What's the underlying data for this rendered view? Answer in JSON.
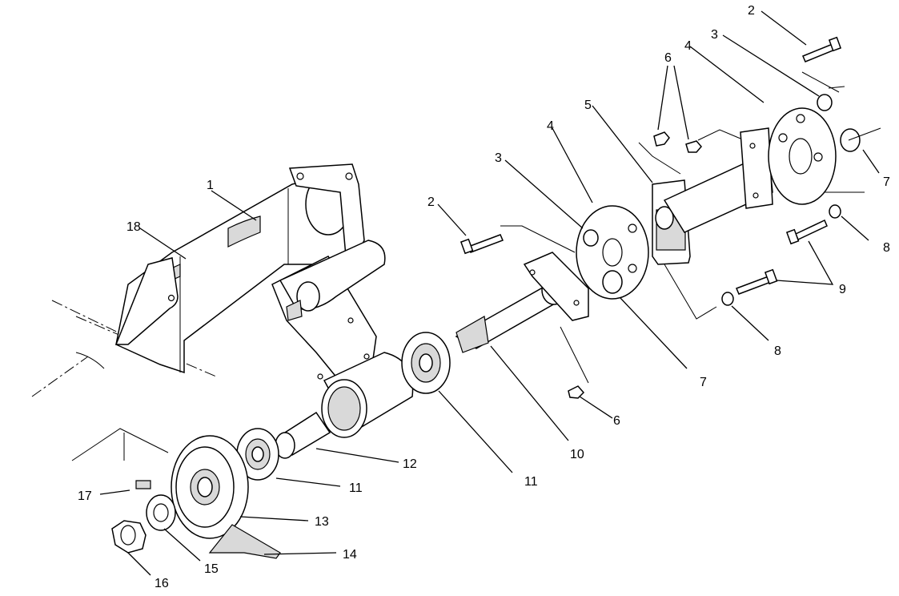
{
  "callouts": [
    {
      "id": "c1",
      "text": "1"
    },
    {
      "id": "c2a",
      "text": "2"
    },
    {
      "id": "c2b",
      "text": "2"
    },
    {
      "id": "c3a",
      "text": "3"
    },
    {
      "id": "c3b",
      "text": "3"
    },
    {
      "id": "c4a",
      "text": "4"
    },
    {
      "id": "c4b",
      "text": "4"
    },
    {
      "id": "c5",
      "text": "5"
    },
    {
      "id": "c6a",
      "text": "6"
    },
    {
      "id": "c6b",
      "text": "6"
    },
    {
      "id": "c7a",
      "text": "7"
    },
    {
      "id": "c7b",
      "text": "7"
    },
    {
      "id": "c8a",
      "text": "8"
    },
    {
      "id": "c8b",
      "text": "8"
    },
    {
      "id": "c9",
      "text": "9"
    },
    {
      "id": "c10",
      "text": "10"
    },
    {
      "id": "c11a",
      "text": "11"
    },
    {
      "id": "c11b",
      "text": "11"
    },
    {
      "id": "c12",
      "text": "12"
    },
    {
      "id": "c13",
      "text": "13"
    },
    {
      "id": "c14",
      "text": "14"
    },
    {
      "id": "c15",
      "text": "15"
    },
    {
      "id": "c16",
      "text": "16"
    },
    {
      "id": "c17",
      "text": "17"
    },
    {
      "id": "c18",
      "text": "18"
    }
  ]
}
